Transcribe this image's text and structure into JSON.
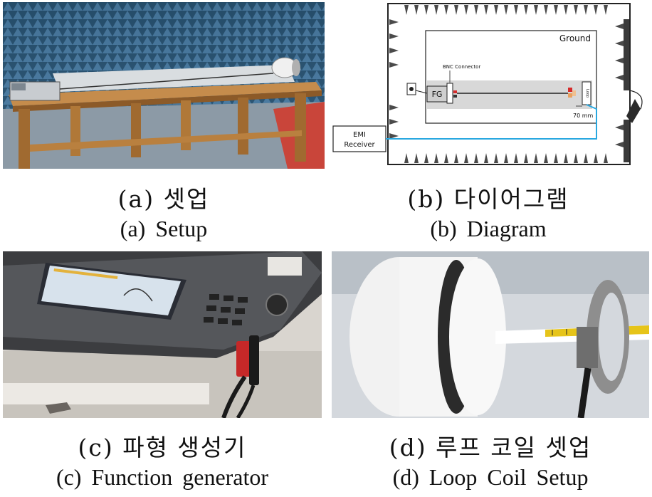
{
  "figure": {
    "panels": [
      {
        "id": "a",
        "caption_kr": "(a) 셋업",
        "caption_en": "(a) Setup"
      },
      {
        "id": "b",
        "caption_kr": "(b) 다이어그램",
        "caption_en": "(b) Diagram",
        "diagram_labels": {
          "ground": "Ground",
          "bnc": "BNC Connector",
          "fg": "FG",
          "distance": "70 mm",
          "emi_line1": "EMI",
          "emi_line2": "Receiver",
          "loop": "Loop"
        }
      },
      {
        "id": "c",
        "caption_kr": "(c) 파형 생성기",
        "caption_en": "(c) Function generator"
      },
      {
        "id": "d",
        "caption_kr": "(d) 루프 코일 셋업",
        "caption_en": "(d) Loop Coil Setup"
      }
    ]
  },
  "colors": {
    "absorber_blue": "#3f6f94",
    "wood": "#a9783f",
    "cable_blue": "#29a8e0",
    "diagram_stroke": "#222222"
  }
}
